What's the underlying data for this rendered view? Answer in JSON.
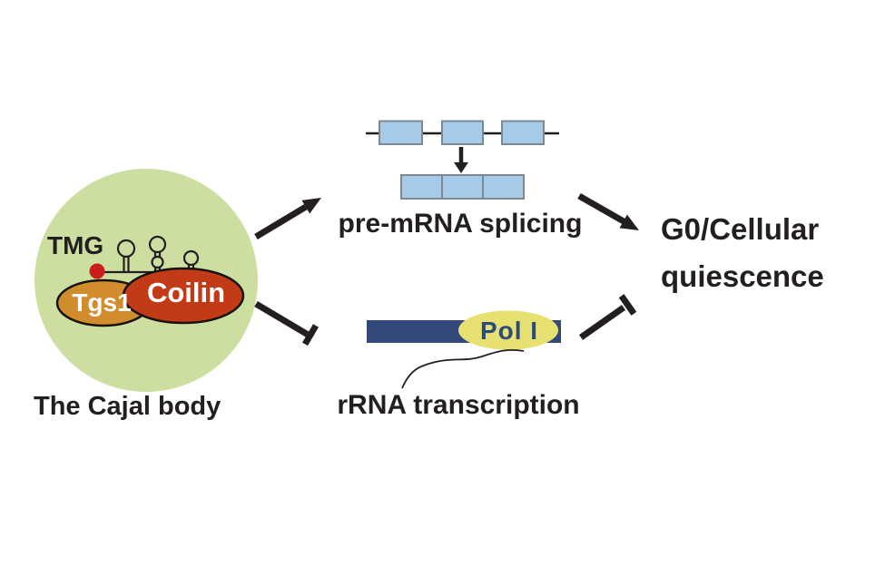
{
  "figure": {
    "cajal_body": {
      "label": "The Cajal body",
      "tmg_label": "TMG",
      "tgs1_label": "Tgs1",
      "coilin_label": "Coilin"
    },
    "splicing": {
      "label": "pre-mRNA splicing"
    },
    "transcription": {
      "label": "rRNA transcription",
      "polymerase_label": "Pol I"
    },
    "outcome": {
      "line1": "G0/Cellular",
      "line2": "quiescence"
    },
    "edges": [
      {
        "from": "The Cajal body",
        "to": "pre-mRNA splicing",
        "type": "activation"
      },
      {
        "from": "The Cajal body",
        "to": "rRNA transcription",
        "type": "inhibition"
      },
      {
        "from": "pre-mRNA splicing",
        "to": "G0/Cellular quiescence",
        "type": "activation"
      },
      {
        "from": "rRNA transcription",
        "to": "G0/Cellular quiescence",
        "type": "inhibition"
      }
    ],
    "colors": {
      "background": "#ffffff",
      "cajal_body_fill": "#cddfa0",
      "tgs1_fill": "#d18d2b",
      "coilin_fill": "#c23a16",
      "ellipse_outline": "#151210",
      "tmg_cap_dot": "#cc1d1d",
      "exon_fill": "#a6cbe8",
      "exon_border": "#7c8a94",
      "rdna_bar": "#32497a",
      "pol_fill": "#e7e171",
      "pol_text": "#2c4a7c",
      "white_text": "#ffffff",
      "ink": "#231f20"
    }
  }
}
